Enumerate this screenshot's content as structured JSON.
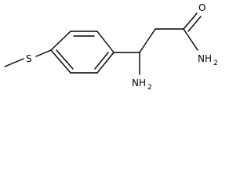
{
  "molecule": {
    "atoms": {
      "sulfur": "S",
      "oxygen": "O",
      "amide_nitrogen": "NH",
      "amide_subscript": "2",
      "amine_nitrogen": "NH",
      "amine_subscript": "2"
    },
    "colors": {
      "bond": "#000000",
      "text": "#000000",
      "background": "#ffffff"
    }
  }
}
